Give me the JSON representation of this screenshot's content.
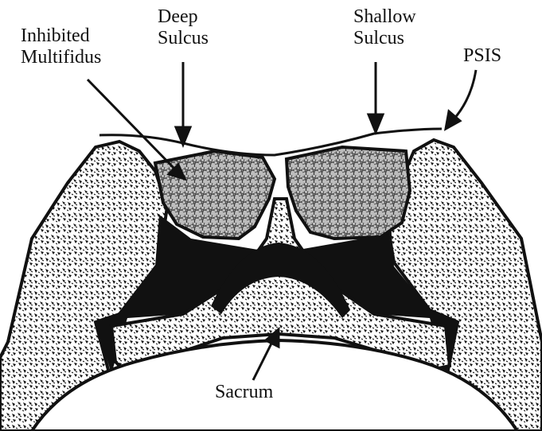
{
  "labels": {
    "deep_sulcus": [
      "Deep",
      "Sulcus"
    ],
    "shallow_sulcus": [
      "Shallow",
      "Sulcus"
    ],
    "inhibited_multifidus": [
      "Inhibited",
      "Multifidus"
    ],
    "psis": "PSIS",
    "sacrum": "Sacrum"
  },
  "colors": {
    "ink": "#111111",
    "bone_fill": "#ffffff",
    "muscle_fill": "#8a8a8a",
    "background": "#ffffff"
  }
}
